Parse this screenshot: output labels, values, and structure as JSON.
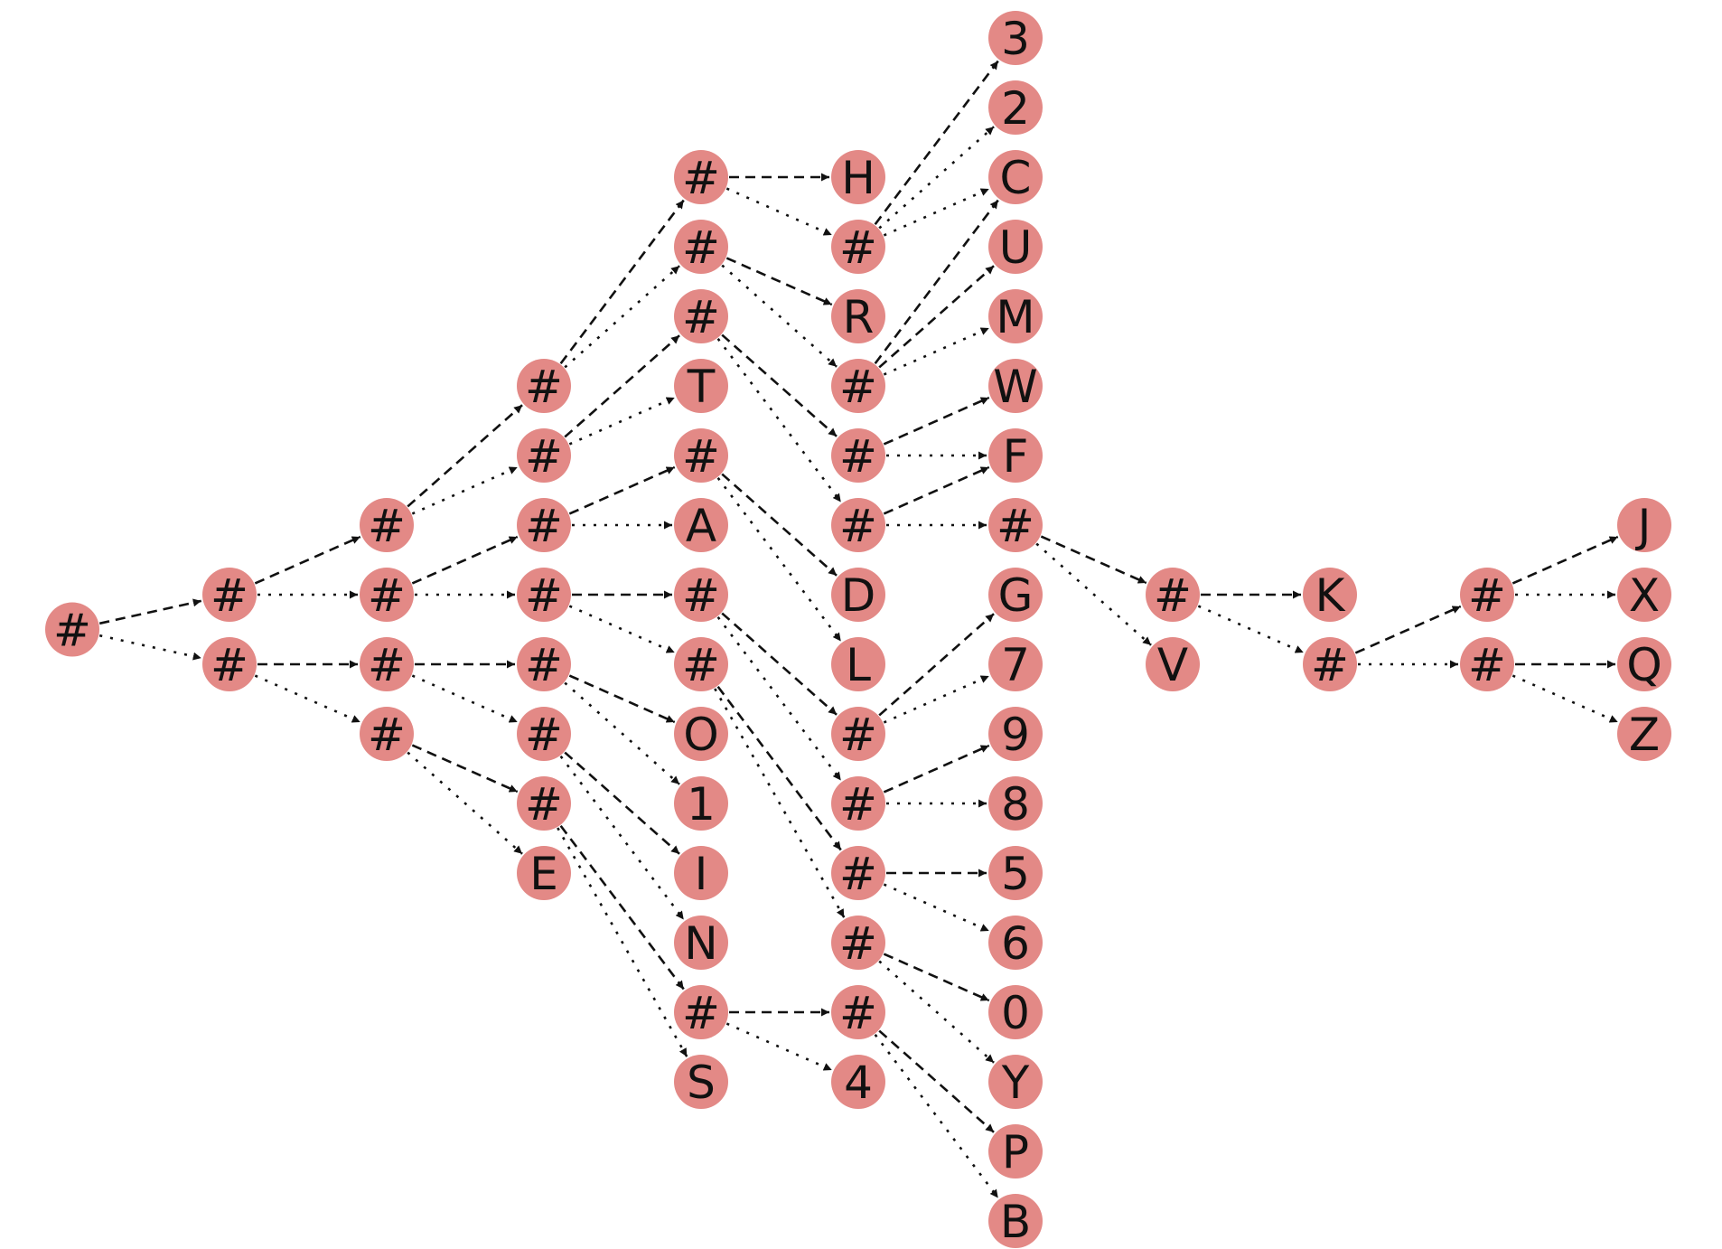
{
  "diagram": {
    "type": "binary-tree",
    "colors": {
      "node_fill": "#e38986",
      "edge": "#111111",
      "label": "#111111",
      "background": "#ffffff"
    },
    "nodes": [
      {
        "id": "n0",
        "label": "#",
        "col": 0,
        "row": 8.5
      },
      {
        "id": "n1",
        "label": "#",
        "col": 1,
        "row": 8
      },
      {
        "id": "n2",
        "label": "#",
        "col": 1,
        "row": 9
      },
      {
        "id": "n3",
        "label": "#",
        "col": 2,
        "row": 7
      },
      {
        "id": "n4",
        "label": "#",
        "col": 2,
        "row": 8
      },
      {
        "id": "n5",
        "label": "#",
        "col": 2,
        "row": 9
      },
      {
        "id": "n6",
        "label": "#",
        "col": 2,
        "row": 10
      },
      {
        "id": "n7",
        "label": "#",
        "col": 3,
        "row": 5
      },
      {
        "id": "n8",
        "label": "#",
        "col": 3,
        "row": 6
      },
      {
        "id": "n9",
        "label": "#",
        "col": 3,
        "row": 7
      },
      {
        "id": "n10",
        "label": "#",
        "col": 3,
        "row": 8
      },
      {
        "id": "n11",
        "label": "#",
        "col": 3,
        "row": 9
      },
      {
        "id": "n12",
        "label": "#",
        "col": 3,
        "row": 10
      },
      {
        "id": "n13",
        "label": "#",
        "col": 3,
        "row": 11
      },
      {
        "id": "n14",
        "label": "E",
        "col": 3,
        "row": 12
      },
      {
        "id": "n15",
        "label": "#",
        "col": 4,
        "row": 2
      },
      {
        "id": "n16",
        "label": "#",
        "col": 4,
        "row": 3
      },
      {
        "id": "n17",
        "label": "#",
        "col": 4,
        "row": 4
      },
      {
        "id": "n18",
        "label": "T",
        "col": 4,
        "row": 5
      },
      {
        "id": "n19",
        "label": "#",
        "col": 4,
        "row": 6
      },
      {
        "id": "n20",
        "label": "A",
        "col": 4,
        "row": 7
      },
      {
        "id": "n21",
        "label": "#",
        "col": 4,
        "row": 8
      },
      {
        "id": "n22",
        "label": "#",
        "col": 4,
        "row": 9
      },
      {
        "id": "n23",
        "label": "O",
        "col": 4,
        "row": 10
      },
      {
        "id": "n24",
        "label": "1",
        "col": 4,
        "row": 11
      },
      {
        "id": "n25",
        "label": "I",
        "col": 4,
        "row": 12
      },
      {
        "id": "n26",
        "label": "N",
        "col": 4,
        "row": 13
      },
      {
        "id": "n27",
        "label": "#",
        "col": 4,
        "row": 14
      },
      {
        "id": "n28",
        "label": "S",
        "col": 4,
        "row": 15
      },
      {
        "id": "n29",
        "label": "H",
        "col": 5,
        "row": 2
      },
      {
        "id": "n30",
        "label": "#",
        "col": 5,
        "row": 3
      },
      {
        "id": "n31",
        "label": "R",
        "col": 5,
        "row": 4
      },
      {
        "id": "n32",
        "label": "#",
        "col": 5,
        "row": 5
      },
      {
        "id": "n33",
        "label": "#",
        "col": 5,
        "row": 6
      },
      {
        "id": "n34",
        "label": "#",
        "col": 5,
        "row": 7
      },
      {
        "id": "n35",
        "label": "D",
        "col": 5,
        "row": 8
      },
      {
        "id": "n36",
        "label": "L",
        "col": 5,
        "row": 9
      },
      {
        "id": "n37",
        "label": "#",
        "col": 5,
        "row": 10
      },
      {
        "id": "n38",
        "label": "#",
        "col": 5,
        "row": 11
      },
      {
        "id": "n39",
        "label": "#",
        "col": 5,
        "row": 12
      },
      {
        "id": "n40",
        "label": "#",
        "col": 5,
        "row": 13
      },
      {
        "id": "n41",
        "label": "#",
        "col": 5,
        "row": 14
      },
      {
        "id": "n42",
        "label": "4",
        "col": 5,
        "row": 15
      },
      {
        "id": "n43",
        "label": "3",
        "col": 6,
        "row": 0
      },
      {
        "id": "n44",
        "label": "2",
        "col": 6,
        "row": 1
      },
      {
        "id": "n45",
        "label": "C",
        "col": 6,
        "row": 2
      },
      {
        "id": "n46",
        "label": "U",
        "col": 6,
        "row": 3
      },
      {
        "id": "n47",
        "label": "M",
        "col": 6,
        "row": 4
      },
      {
        "id": "n48",
        "label": "W",
        "col": 6,
        "row": 5
      },
      {
        "id": "n49",
        "label": "F",
        "col": 6,
        "row": 6
      },
      {
        "id": "n50",
        "label": "#",
        "col": 6,
        "row": 7
      },
      {
        "id": "n51",
        "label": "G",
        "col": 6,
        "row": 8
      },
      {
        "id": "n52",
        "label": "7",
        "col": 6,
        "row": 9
      },
      {
        "id": "n53",
        "label": "9",
        "col": 6,
        "row": 10
      },
      {
        "id": "n54",
        "label": "8",
        "col": 6,
        "row": 11
      },
      {
        "id": "n55",
        "label": "5",
        "col": 6,
        "row": 12
      },
      {
        "id": "n56",
        "label": "6",
        "col": 6,
        "row": 13
      },
      {
        "id": "n57",
        "label": "0",
        "col": 6,
        "row": 14
      },
      {
        "id": "n58",
        "label": "Y",
        "col": 6,
        "row": 15
      },
      {
        "id": "n59",
        "label": "P",
        "col": 6,
        "row": 16
      },
      {
        "id": "n60",
        "label": "B",
        "col": 6,
        "row": 17
      },
      {
        "id": "n61",
        "label": "#",
        "col": 7,
        "row": 8
      },
      {
        "id": "n62",
        "label": "V",
        "col": 7,
        "row": 9
      },
      {
        "id": "n63",
        "label": "K",
        "col": 8,
        "row": 8
      },
      {
        "id": "n64",
        "label": "#",
        "col": 8,
        "row": 9
      },
      {
        "id": "n65",
        "label": "#",
        "col": 9,
        "row": 8
      },
      {
        "id": "n66",
        "label": "#",
        "col": 9,
        "row": 9
      },
      {
        "id": "n67",
        "label": "J",
        "col": 10,
        "row": 7
      },
      {
        "id": "n68",
        "label": "X",
        "col": 10,
        "row": 8
      },
      {
        "id": "n69",
        "label": "Q",
        "col": 10,
        "row": 9
      },
      {
        "id": "n70",
        "label": "Z",
        "col": 10,
        "row": 10
      }
    ],
    "edges": [
      {
        "from": "n0",
        "to": "n1",
        "style": "dashed"
      },
      {
        "from": "n0",
        "to": "n2",
        "style": "dotted"
      },
      {
        "from": "n1",
        "to": "n3",
        "style": "dashed"
      },
      {
        "from": "n1",
        "to": "n4",
        "style": "dotted"
      },
      {
        "from": "n2",
        "to": "n5",
        "style": "dashed"
      },
      {
        "from": "n2",
        "to": "n6",
        "style": "dotted"
      },
      {
        "from": "n3",
        "to": "n7",
        "style": "dashed"
      },
      {
        "from": "n3",
        "to": "n8",
        "style": "dotted"
      },
      {
        "from": "n4",
        "to": "n9",
        "style": "dashed"
      },
      {
        "from": "n4",
        "to": "n10",
        "style": "dotted"
      },
      {
        "from": "n5",
        "to": "n11",
        "style": "dashed"
      },
      {
        "from": "n5",
        "to": "n12",
        "style": "dotted"
      },
      {
        "from": "n6",
        "to": "n13",
        "style": "dashed"
      },
      {
        "from": "n6",
        "to": "n14",
        "style": "dotted"
      },
      {
        "from": "n7",
        "to": "n15",
        "style": "dashed"
      },
      {
        "from": "n7",
        "to": "n16",
        "style": "dotted"
      },
      {
        "from": "n8",
        "to": "n17",
        "style": "dashed"
      },
      {
        "from": "n8",
        "to": "n18",
        "style": "dotted"
      },
      {
        "from": "n9",
        "to": "n19",
        "style": "dashed"
      },
      {
        "from": "n9",
        "to": "n20",
        "style": "dotted"
      },
      {
        "from": "n10",
        "to": "n21",
        "style": "dashed"
      },
      {
        "from": "n10",
        "to": "n22",
        "style": "dotted"
      },
      {
        "from": "n11",
        "to": "n23",
        "style": "dashed"
      },
      {
        "from": "n11",
        "to": "n24",
        "style": "dotted"
      },
      {
        "from": "n12",
        "to": "n25",
        "style": "dashed"
      },
      {
        "from": "n12",
        "to": "n26",
        "style": "dotted"
      },
      {
        "from": "n13",
        "to": "n27",
        "style": "dashed"
      },
      {
        "from": "n13",
        "to": "n28",
        "style": "dotted"
      },
      {
        "from": "n15",
        "to": "n29",
        "style": "dashed"
      },
      {
        "from": "n15",
        "to": "n30",
        "style": "dotted"
      },
      {
        "from": "n16",
        "to": "n31",
        "style": "dashed"
      },
      {
        "from": "n16",
        "to": "n32",
        "style": "dotted"
      },
      {
        "from": "n17",
        "to": "n33",
        "style": "dashed"
      },
      {
        "from": "n17",
        "to": "n34",
        "style": "dotted"
      },
      {
        "from": "n19",
        "to": "n35",
        "style": "dashed"
      },
      {
        "from": "n19",
        "to": "n36",
        "style": "dotted"
      },
      {
        "from": "n21",
        "to": "n37",
        "style": "dashed"
      },
      {
        "from": "n21",
        "to": "n38",
        "style": "dotted"
      },
      {
        "from": "n22",
        "to": "n39",
        "style": "dashed"
      },
      {
        "from": "n22",
        "to": "n40",
        "style": "dotted"
      },
      {
        "from": "n27",
        "to": "n41",
        "style": "dashed"
      },
      {
        "from": "n27",
        "to": "n42",
        "style": "dotted"
      },
      {
        "from": "n30",
        "to": "n43",
        "style": "dashed"
      },
      {
        "from": "n30",
        "to": "n44",
        "style": "dotted"
      },
      {
        "from": "n30",
        "to": "n45",
        "style": "dotted"
      },
      {
        "from": "n32",
        "to": "n46",
        "style": "dashed"
      },
      {
        "from": "n32",
        "to": "n47",
        "style": "dotted"
      },
      {
        "from": "n32",
        "to": "n45",
        "style": "dashed"
      },
      {
        "from": "n33",
        "to": "n48",
        "style": "dashed"
      },
      {
        "from": "n33",
        "to": "n49",
        "style": "dotted"
      },
      {
        "from": "n34",
        "to": "n49",
        "style": "dashed"
      },
      {
        "from": "n34",
        "to": "n50",
        "style": "dotted"
      },
      {
        "from": "n37",
        "to": "n51",
        "style": "dashed"
      },
      {
        "from": "n37",
        "to": "n52",
        "style": "dotted"
      },
      {
        "from": "n38",
        "to": "n53",
        "style": "dashed"
      },
      {
        "from": "n38",
        "to": "n54",
        "style": "dotted"
      },
      {
        "from": "n39",
        "to": "n55",
        "style": "dashed"
      },
      {
        "from": "n39",
        "to": "n56",
        "style": "dotted"
      },
      {
        "from": "n40",
        "to": "n57",
        "style": "dashed"
      },
      {
        "from": "n40",
        "to": "n58",
        "style": "dotted"
      },
      {
        "from": "n41",
        "to": "n59",
        "style": "dashed"
      },
      {
        "from": "n41",
        "to": "n60",
        "style": "dotted"
      },
      {
        "from": "n50",
        "to": "n61",
        "style": "dashed"
      },
      {
        "from": "n50",
        "to": "n62",
        "style": "dotted"
      },
      {
        "from": "n61",
        "to": "n63",
        "style": "dashed"
      },
      {
        "from": "n61",
        "to": "n64",
        "style": "dotted"
      },
      {
        "from": "n64",
        "to": "n65",
        "style": "dashed"
      },
      {
        "from": "n64",
        "to": "n66",
        "style": "dotted"
      },
      {
        "from": "n65",
        "to": "n67",
        "style": "dashed"
      },
      {
        "from": "n65",
        "to": "n68",
        "style": "dotted"
      },
      {
        "from": "n66",
        "to": "n69",
        "style": "dashed"
      },
      {
        "from": "n66",
        "to": "n70",
        "style": "dotted"
      }
    ]
  }
}
